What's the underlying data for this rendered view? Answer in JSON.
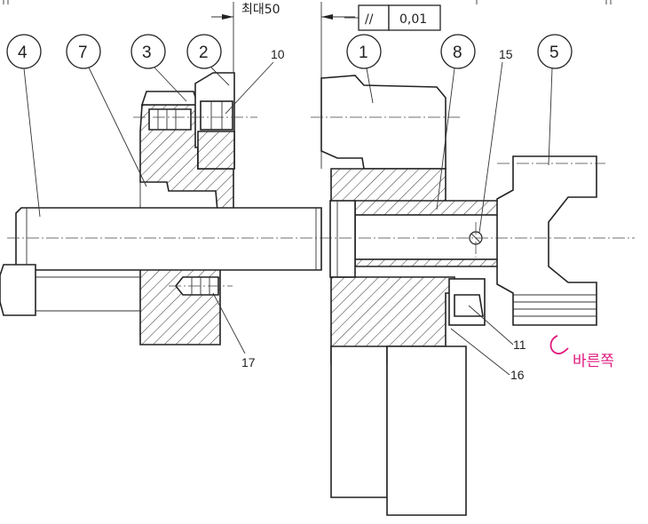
{
  "balloons": {
    "b4": "4",
    "b7": "7",
    "b3": "3",
    "b2": "2",
    "b1": "1",
    "b8": "8",
    "b5": "5"
  },
  "leader_labels": {
    "l10": "10",
    "l15": "15",
    "l17": "17",
    "l11": "11",
    "l16": "16"
  },
  "dimension": {
    "text": "최대50"
  },
  "tolerance_frame": {
    "symbol": "//",
    "value": "0,01"
  },
  "handwritten_note": {
    "text": "바른쪽",
    "color": "#e0197d"
  }
}
